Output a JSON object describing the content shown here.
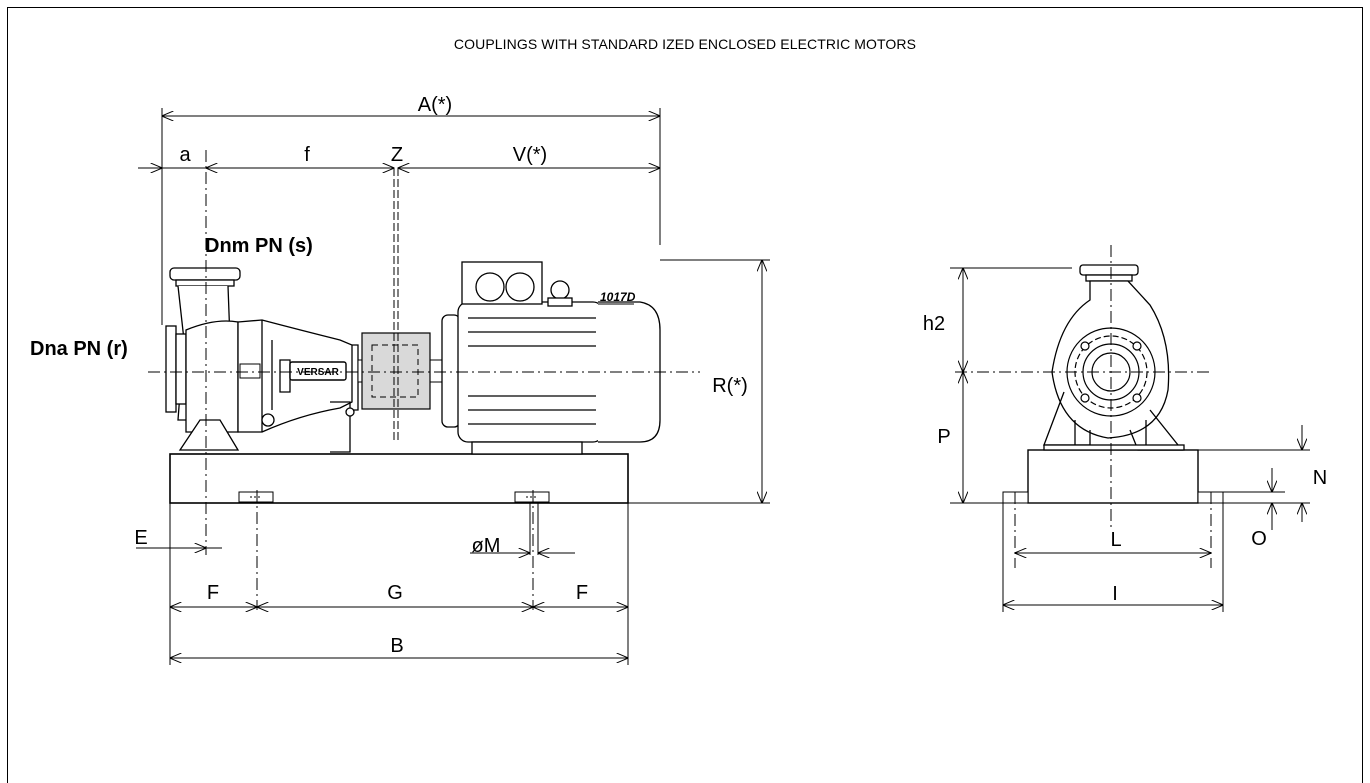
{
  "title": "COUPLINGS WITH STANDARD IZED ENCLOSED ELECTRIC MOTORS",
  "model_label": "1017D",
  "brand_plate": "VERSAR",
  "nozzles": {
    "suction": "Dnm PN (s)",
    "discharge": "Dna PN (r)"
  },
  "side_view_dims": {
    "A": "A(*)",
    "a": "a",
    "f": "f",
    "Z": "Z",
    "V": "V(*)",
    "R": "R(*)",
    "E": "E",
    "M": "øM",
    "F_left": "F",
    "G": "G",
    "F_right": "F",
    "B": "B"
  },
  "front_view_dims": {
    "h2": "h2",
    "P": "P",
    "N": "N",
    "O": "O",
    "L": "L",
    "I": "I"
  },
  "colors": {
    "line": "#000000",
    "coupling_fill": "#d9d9d9",
    "background": "#ffffff"
  }
}
